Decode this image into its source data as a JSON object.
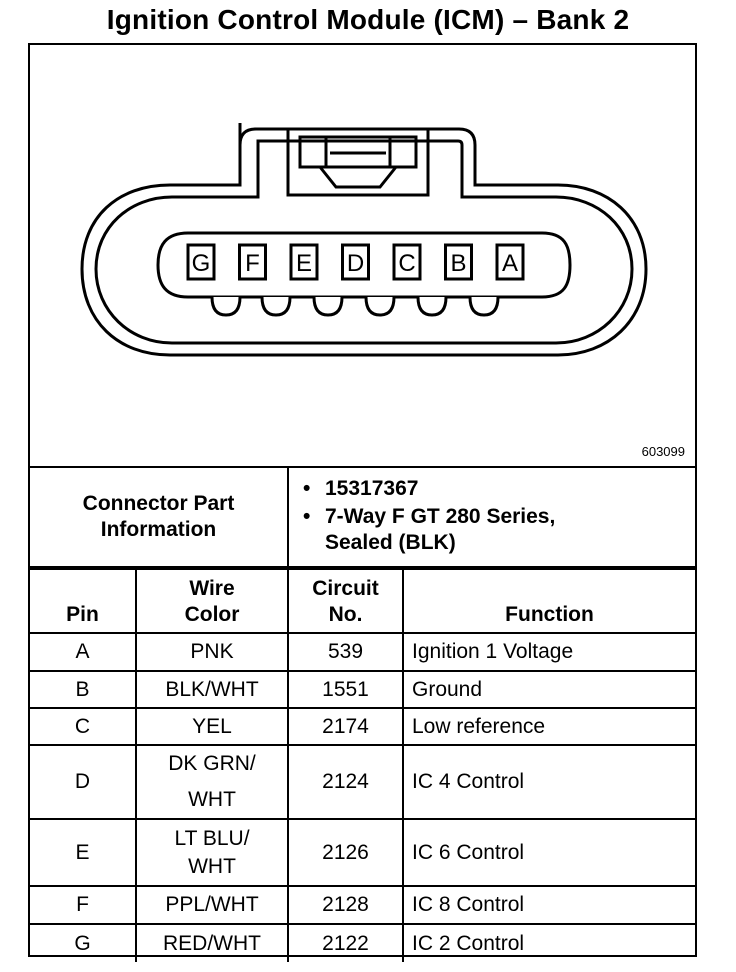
{
  "title": "Ignition Control Module (ICM) – Bank 2",
  "figure_id": "603099",
  "connector": {
    "label_line1": "Connector Part",
    "label_line2": "Information",
    "items": [
      "15317367",
      "7-Way F GT 280 Series,",
      "Sealed (BLK)"
    ],
    "terminals": [
      "G",
      "F",
      "E",
      "D",
      "C",
      "B",
      "A"
    ]
  },
  "table": {
    "headers": {
      "pin": "Pin",
      "wire_line1": "Wire",
      "wire_line2": "Color",
      "circuit_line1": "Circuit",
      "circuit_line2": "No.",
      "function": "Function"
    },
    "rows": [
      {
        "pin": "A",
        "wire1": "PNK",
        "wire2": "",
        "circuit": "539",
        "function": "Ignition 1 Voltage"
      },
      {
        "pin": "B",
        "wire1": "BLK/WHT",
        "wire2": "",
        "circuit": "1551",
        "function": "Ground"
      },
      {
        "pin": "C",
        "wire1": "YEL",
        "wire2": "",
        "circuit": "2174",
        "function": "Low reference"
      },
      {
        "pin": "D",
        "wire1": "DK GRN/",
        "wire2": "WHT",
        "circuit": "2124",
        "function": "IC 4 Control"
      },
      {
        "pin": "E",
        "wire1": "LT BLU/",
        "wire2": "WHT",
        "circuit": "2126",
        "function": "IC 6 Control"
      },
      {
        "pin": "F",
        "wire1": "PPL/WHT",
        "wire2": "",
        "circuit": "2128",
        "function": "IC 8 Control"
      },
      {
        "pin": "G",
        "wire1": "RED/WHT",
        "wire2": "",
        "circuit": "2122",
        "function": "IC 2 Control"
      }
    ]
  }
}
